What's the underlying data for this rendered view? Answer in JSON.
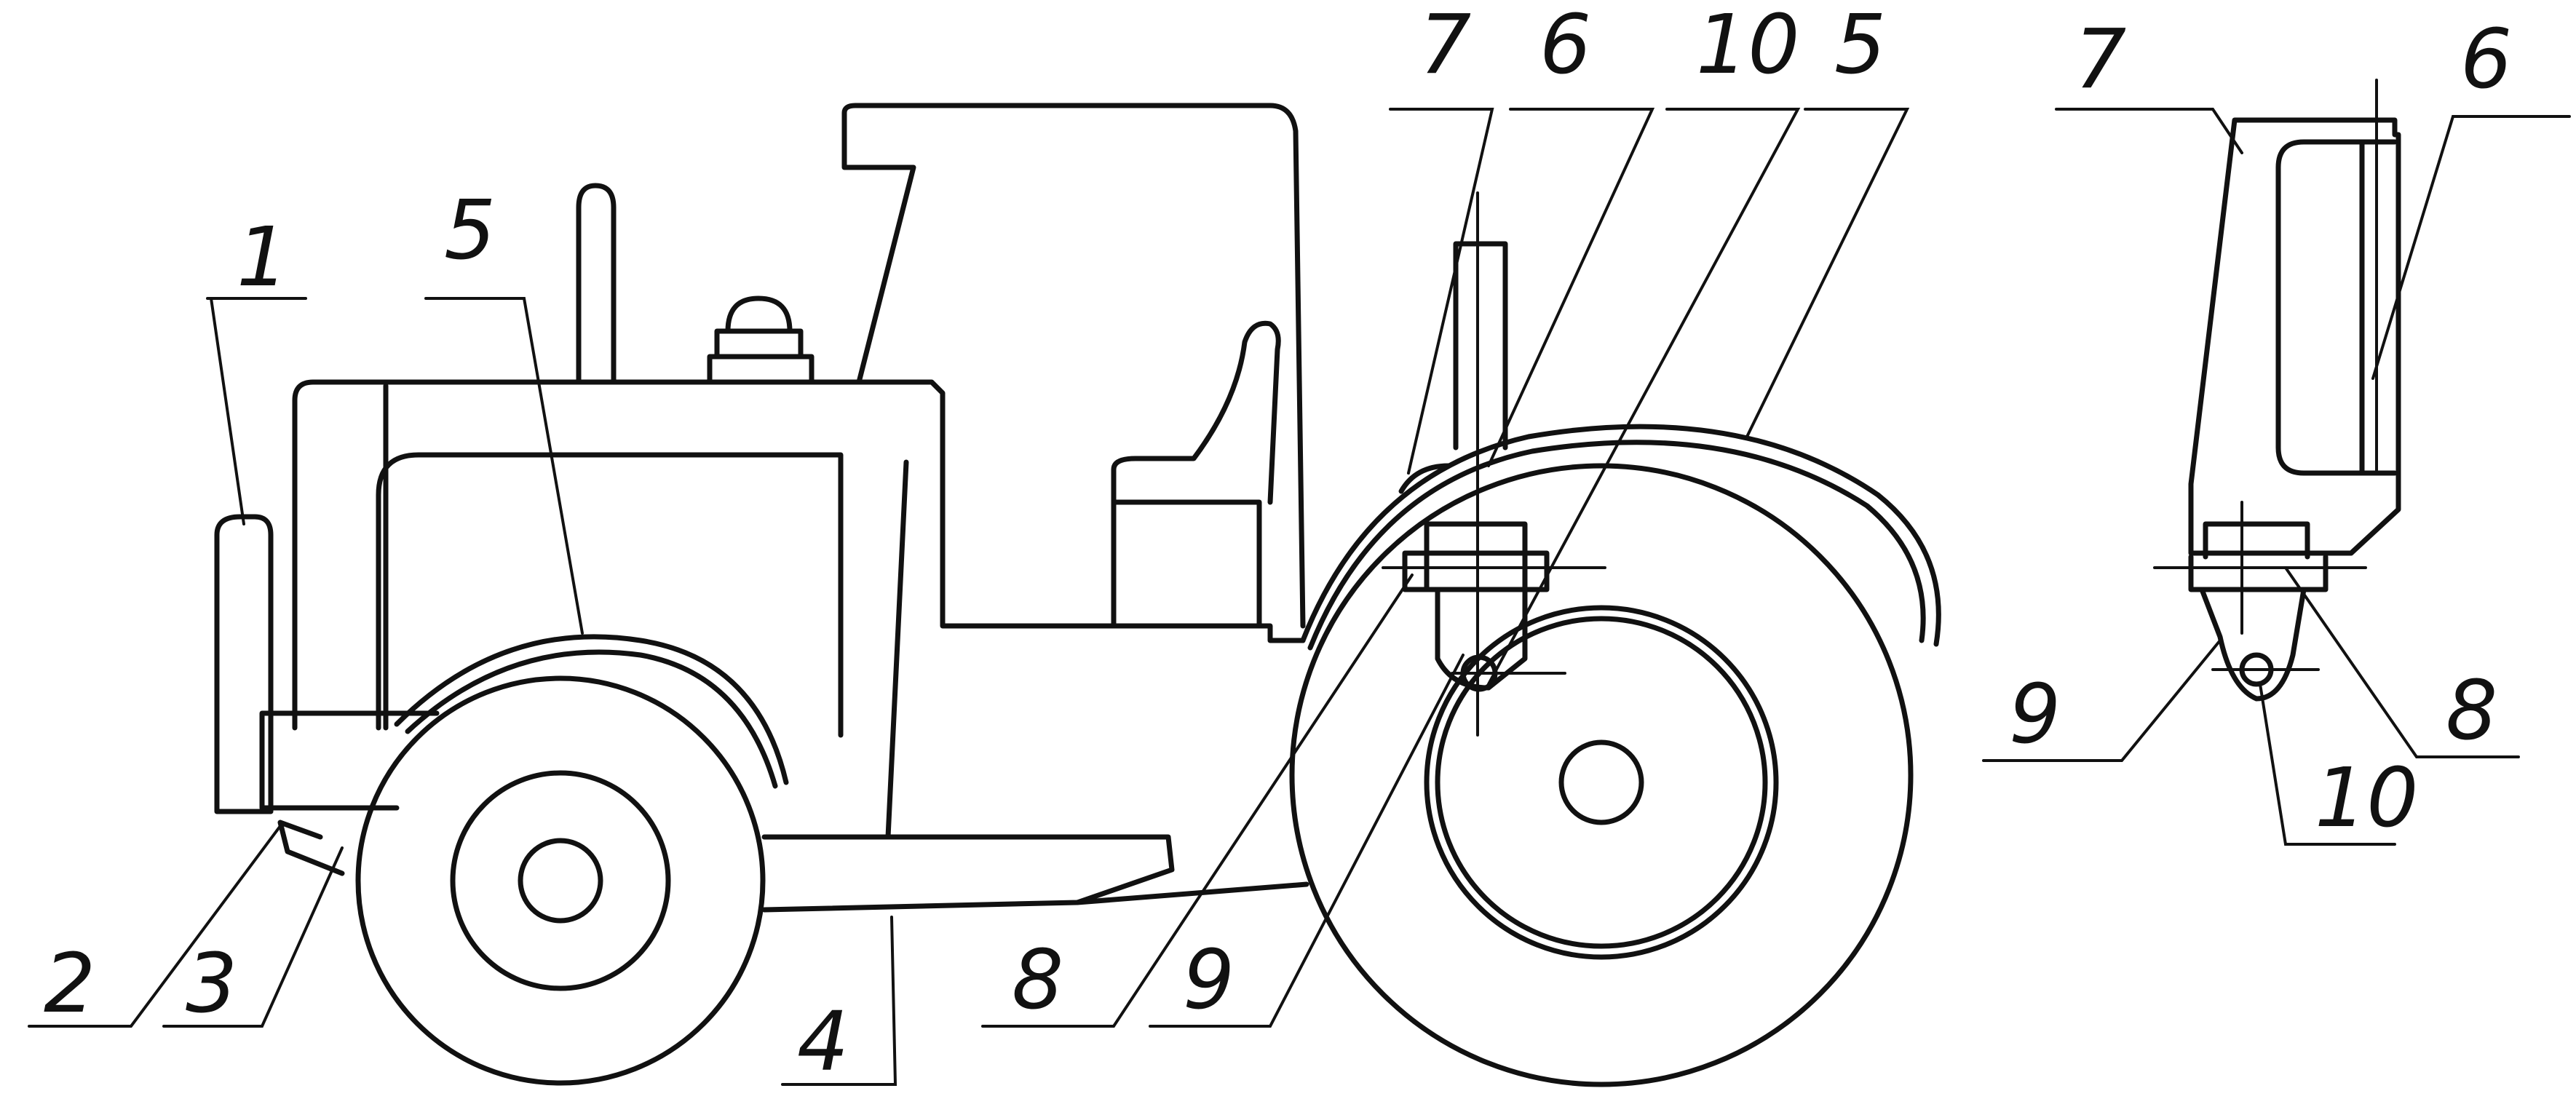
{
  "figure": {
    "labels": {
      "l1": "1",
      "l2": "2",
      "l3": "3",
      "l4": "4",
      "l5_front": "5",
      "l5_rear": "5",
      "l6_main": "6",
      "l6_detail": "6",
      "l7_main": "7",
      "l7_detail": "7",
      "l8_main": "8",
      "l8_detail": "8",
      "l9_main": "9",
      "l9_detail": "9",
      "l10_main": "10",
      "l10_detail": "10"
    }
  }
}
